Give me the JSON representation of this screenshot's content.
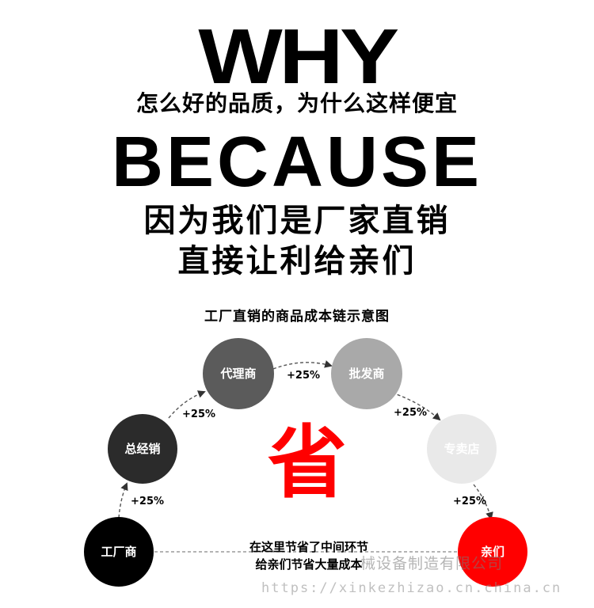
{
  "headline": {
    "why": "WHY",
    "question": "怎么好的品质，为什么这样便宜",
    "because": "BECAUSE",
    "answer_line1": "因为我们是厂家直销",
    "answer_line2": "直接让利给亲们"
  },
  "diagram": {
    "title": "工厂直销的商品成本链示意图",
    "nodes": [
      {
        "label": "工厂商",
        "color": "#000000"
      },
      {
        "label": "总经销",
        "color": "#2b2b2b"
      },
      {
        "label": "代理商",
        "color": "#5b5b5b"
      },
      {
        "label": "批发商",
        "color": "#a9a9a9"
      },
      {
        "label": "专卖店",
        "color": "#e9e9e9"
      },
      {
        "label": "亲们",
        "color": "#ff0000"
      }
    ],
    "markups": [
      "+25%",
      "+25%",
      "+25%",
      "+25%",
      "+25%"
    ],
    "center_char": "省",
    "savings_line1": "在这里节省了中间环节",
    "savings_line2": "给亲们节省大量成本"
  },
  "watermark": {
    "company": "械设备制造有限公司",
    "url": "https://xinkezhizao.cn.china.cn"
  }
}
